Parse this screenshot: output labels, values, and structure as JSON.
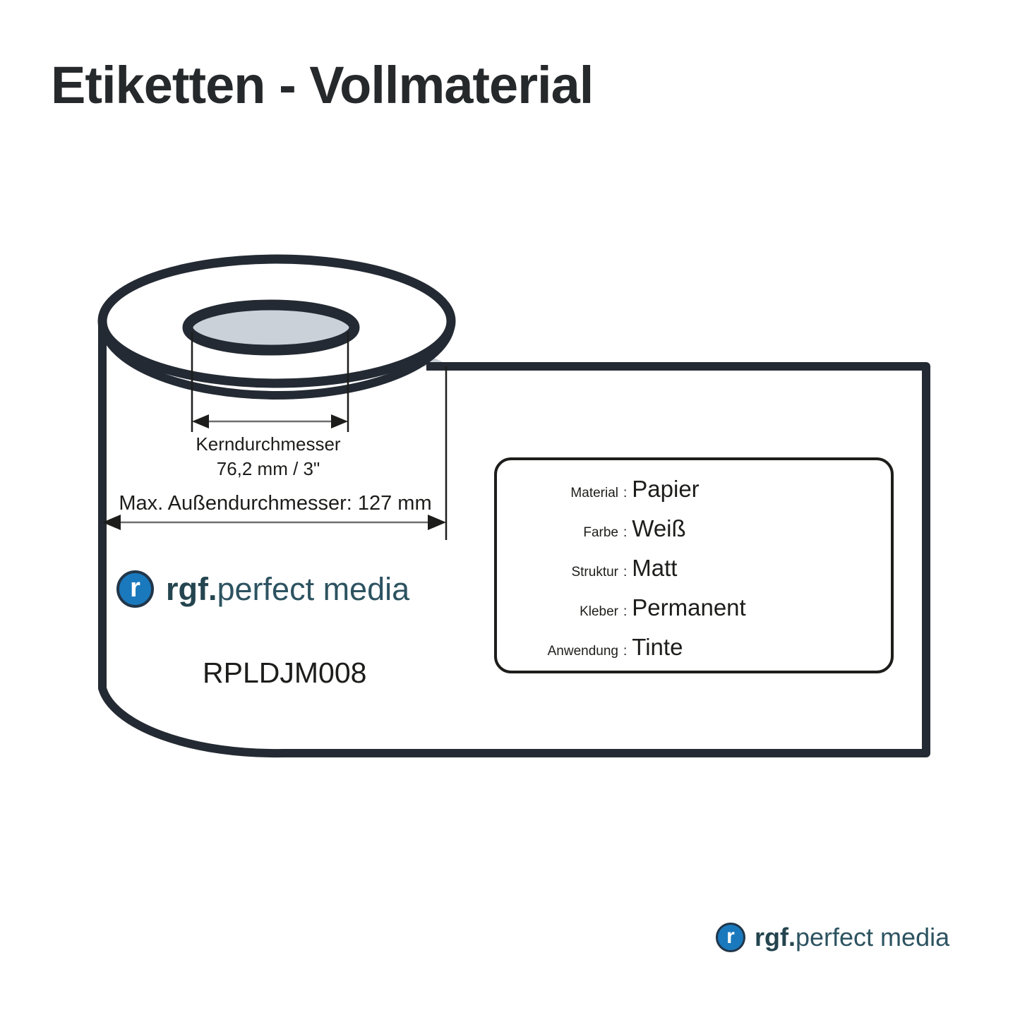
{
  "page": {
    "title": "Etiketten - Vollmaterial",
    "background_color": "#ffffff",
    "ink_color": "#1d1d1b",
    "outline_color": "#242a33",
    "core_fill_color": "#cbd1d9"
  },
  "product": {
    "code": "RPLDJM008"
  },
  "dimensions": {
    "core": {
      "label": "Kerndurchmesser",
      "value": "76,2 mm / 3\""
    },
    "outer": {
      "text": "Max. Außendurchmesser: 127 mm"
    }
  },
  "specs": {
    "rows": [
      {
        "label": "Material",
        "separator": ":",
        "value": "Papier"
      },
      {
        "label": "Farbe",
        "separator": ":",
        "value": "Weiß"
      },
      {
        "label": "Struktur",
        "separator": ":",
        "value": "Matt"
      },
      {
        "label": "Kleber",
        "separator": ":",
        "value": "Permanent"
      },
      {
        "label": "Anwendung",
        "separator": ":",
        "value": "Tinte"
      }
    ]
  },
  "logo": {
    "mark_letter": "r",
    "word_bold": "rgf.",
    "word_light": "perfect media",
    "mark_fill": "#1a79bd",
    "mark_ring": "#21364a",
    "word_color": "#24454f"
  }
}
